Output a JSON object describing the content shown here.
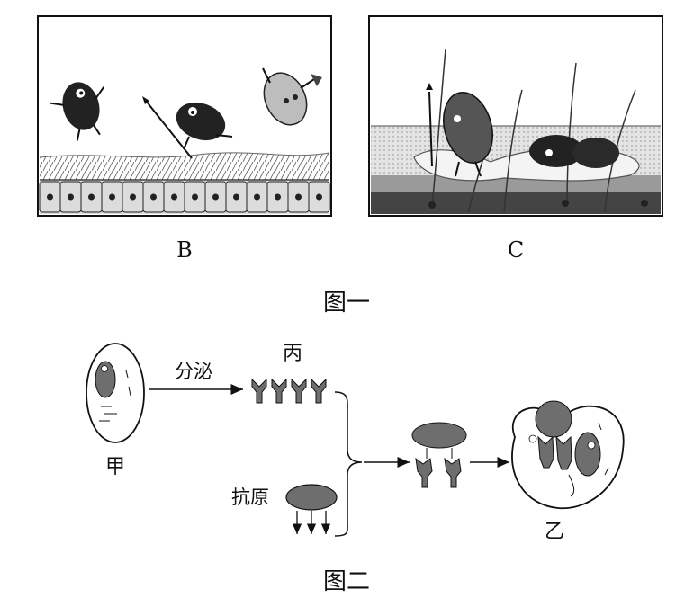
{
  "figure1": {
    "panel_b_label": "B",
    "panel_c_label": "C",
    "caption": "图一"
  },
  "figure2": {
    "cell_jia_label": "甲",
    "secrete_label": "分泌",
    "antibody_bing_label": "丙",
    "antigen_label": "抗原",
    "cell_yi_label": "乙",
    "caption": "图二"
  },
  "colors": {
    "line": "#111111",
    "cell_gray": "#6e6e6e",
    "dark_microbe": "#2a2a2a",
    "tissue_gray": "#c8c8c8"
  }
}
